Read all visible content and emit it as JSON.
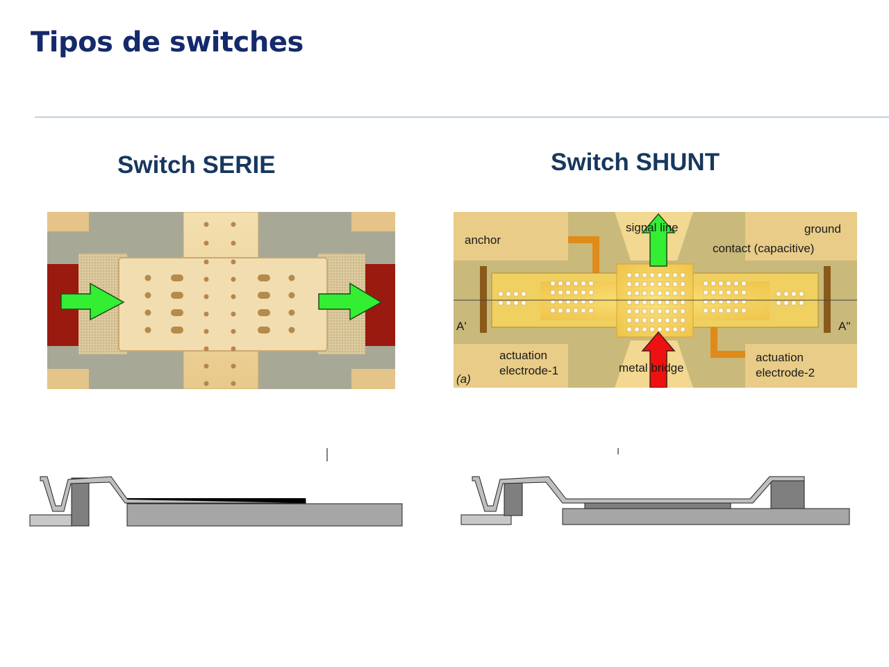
{
  "slide": {
    "title": "Tipos de switches"
  },
  "serie": {
    "heading": "Switch SERIE"
  },
  "shunt": {
    "heading": "Switch SHUNT",
    "labels": {
      "signal_line": "signal line",
      "ground": "ground",
      "anchor": "anchor",
      "contact": "contact (capacitive)",
      "a_prime": "A'",
      "a_double": "A\"",
      "act1_line1": "actuation",
      "act1_line2": "electrode-1",
      "bridge": "metal bridge",
      "act2_line1": "actuation",
      "act2_line2": "electrode-2",
      "panel": "(a)"
    }
  },
  "colors": {
    "title": "#142a6b",
    "heading": "#17375e",
    "arrow_green": "#33ee33",
    "arrow_red": "#ee1111"
  }
}
